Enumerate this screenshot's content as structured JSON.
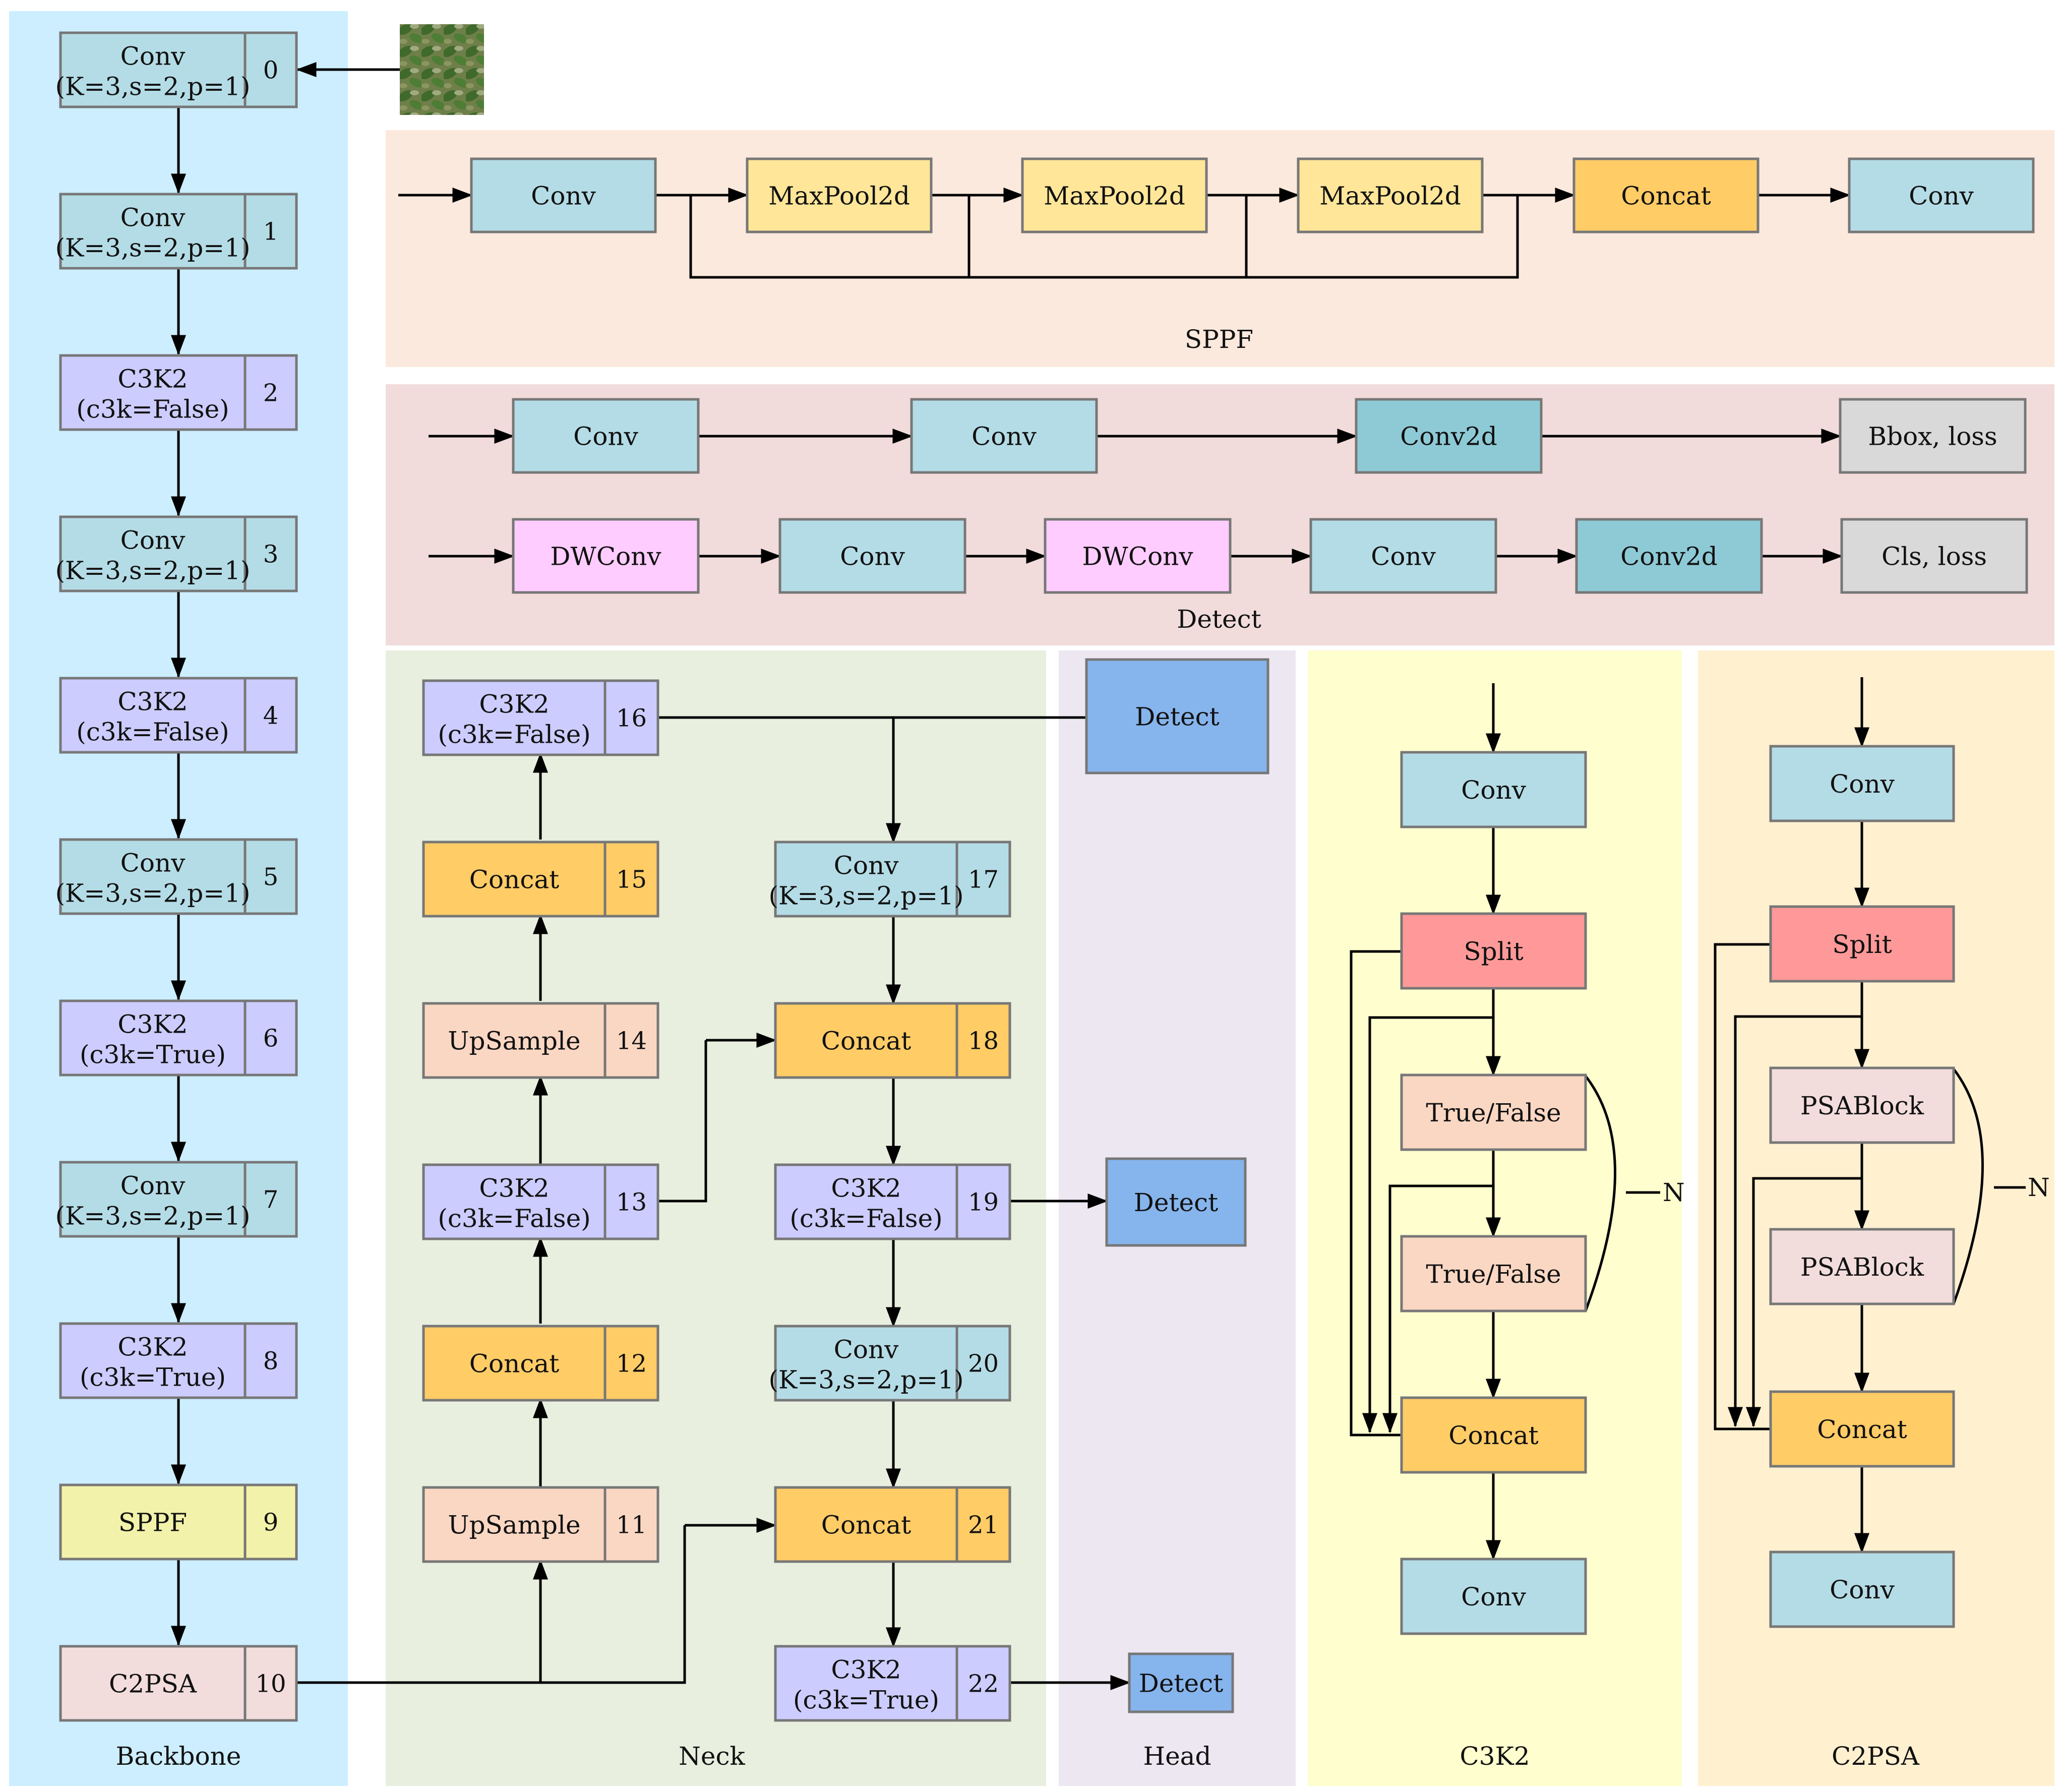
{
  "colors": {
    "conv": "#b4dce6",
    "c3k2": "#ccccff",
    "concat": "#ffcc66",
    "upsample": "#fad7c3",
    "sppf_block": "#f2f2aa",
    "c2psa_block": "#f2dcdc",
    "maxpool": "#ffe699",
    "conv2d": "#8ecad6",
    "dwconv": "#ffccff",
    "loss": "#d9d9d9",
    "detect": "#86b4ec",
    "split": "#ff9999",
    "truefalse": "#fad7c3",
    "psablock": "#f2dcdc",
    "bg_backbone": "#cceeff",
    "bg_sppf": "#fce9dd",
    "bg_detect": "#f1dcdb",
    "bg_neck": "#e9efdf",
    "bg_head": "#ece7f0",
    "bg_c3k2": "#fefece",
    "bg_c2psa": "#fff0d0"
  },
  "panels": {
    "backbone": "Backbone",
    "sppf": "SPPF",
    "detect": "Detect",
    "neck": "Neck",
    "head": "Head",
    "c3k2": "C3K2",
    "c2psa": "C2PSA"
  },
  "input_image": {
    "icon": "leaf-image-icon"
  },
  "backbone": [
    {
      "label": "Conv",
      "sub": "(K=3,s=2,p=1)",
      "index": "0"
    },
    {
      "label": "Conv",
      "sub": "(K=3,s=2,p=1)",
      "index": "1"
    },
    {
      "label": "C3K2",
      "sub": "(c3k=False)",
      "index": "2"
    },
    {
      "label": "Conv",
      "sub": "(K=3,s=2,p=1)",
      "index": "3"
    },
    {
      "label": "C3K2",
      "sub": "(c3k=False)",
      "index": "4"
    },
    {
      "label": "Conv",
      "sub": "(K=3,s=2,p=1)",
      "index": "5"
    },
    {
      "label": "C3K2",
      "sub": "(c3k=True)",
      "index": "6"
    },
    {
      "label": "Conv",
      "sub": "(K=3,s=2,p=1)",
      "index": "7"
    },
    {
      "label": "C3K2",
      "sub": "(c3k=True)",
      "index": "8"
    },
    {
      "label": "SPPF",
      "index": "9"
    },
    {
      "label": "C2PSA",
      "index": "10"
    }
  ],
  "neck": [
    {
      "label": "UpSample",
      "index": "11"
    },
    {
      "label": "Concat",
      "index": "12"
    },
    {
      "label": "C3K2",
      "sub": "(c3k=False)",
      "index": "13"
    },
    {
      "label": "UpSample",
      "index": "14"
    },
    {
      "label": "Concat",
      "index": "15"
    },
    {
      "label": "C3K2",
      "sub": "(c3k=False)",
      "index": "16"
    },
    {
      "label": "Conv",
      "sub": "(K=3,s=2,p=1)",
      "index": "17"
    },
    {
      "label": "Concat",
      "index": "18"
    },
    {
      "label": "C3K2",
      "sub": "(c3k=False)",
      "index": "19"
    },
    {
      "label": "Conv",
      "sub": "(K=3,s=2,p=1)",
      "index": "20"
    },
    {
      "label": "Concat",
      "index": "21"
    },
    {
      "label": "C3K2",
      "sub": "(c3k=True)",
      "index": "22"
    }
  ],
  "head": [
    "Detect",
    "Detect",
    "Detect"
  ],
  "sppf_module": [
    "Conv",
    "MaxPool2d",
    "MaxPool2d",
    "MaxPool2d",
    "Concat",
    "Conv"
  ],
  "detect_module": {
    "row1": [
      "Conv",
      "Conv",
      "Conv2d",
      "Bbox, loss"
    ],
    "row2": [
      "DWConv",
      "Conv",
      "DWConv",
      "Conv",
      "Conv2d",
      "Cls, loss"
    ]
  },
  "c3k2_module": {
    "blocks": [
      "Conv",
      "Split",
      "True/False",
      "True/False",
      "Concat",
      "Conv"
    ],
    "repeat": "N"
  },
  "c2psa_module": {
    "blocks": [
      "Conv",
      "Split",
      "PSABlock",
      "PSABlock",
      "Concat",
      "Conv"
    ],
    "repeat": "N"
  }
}
